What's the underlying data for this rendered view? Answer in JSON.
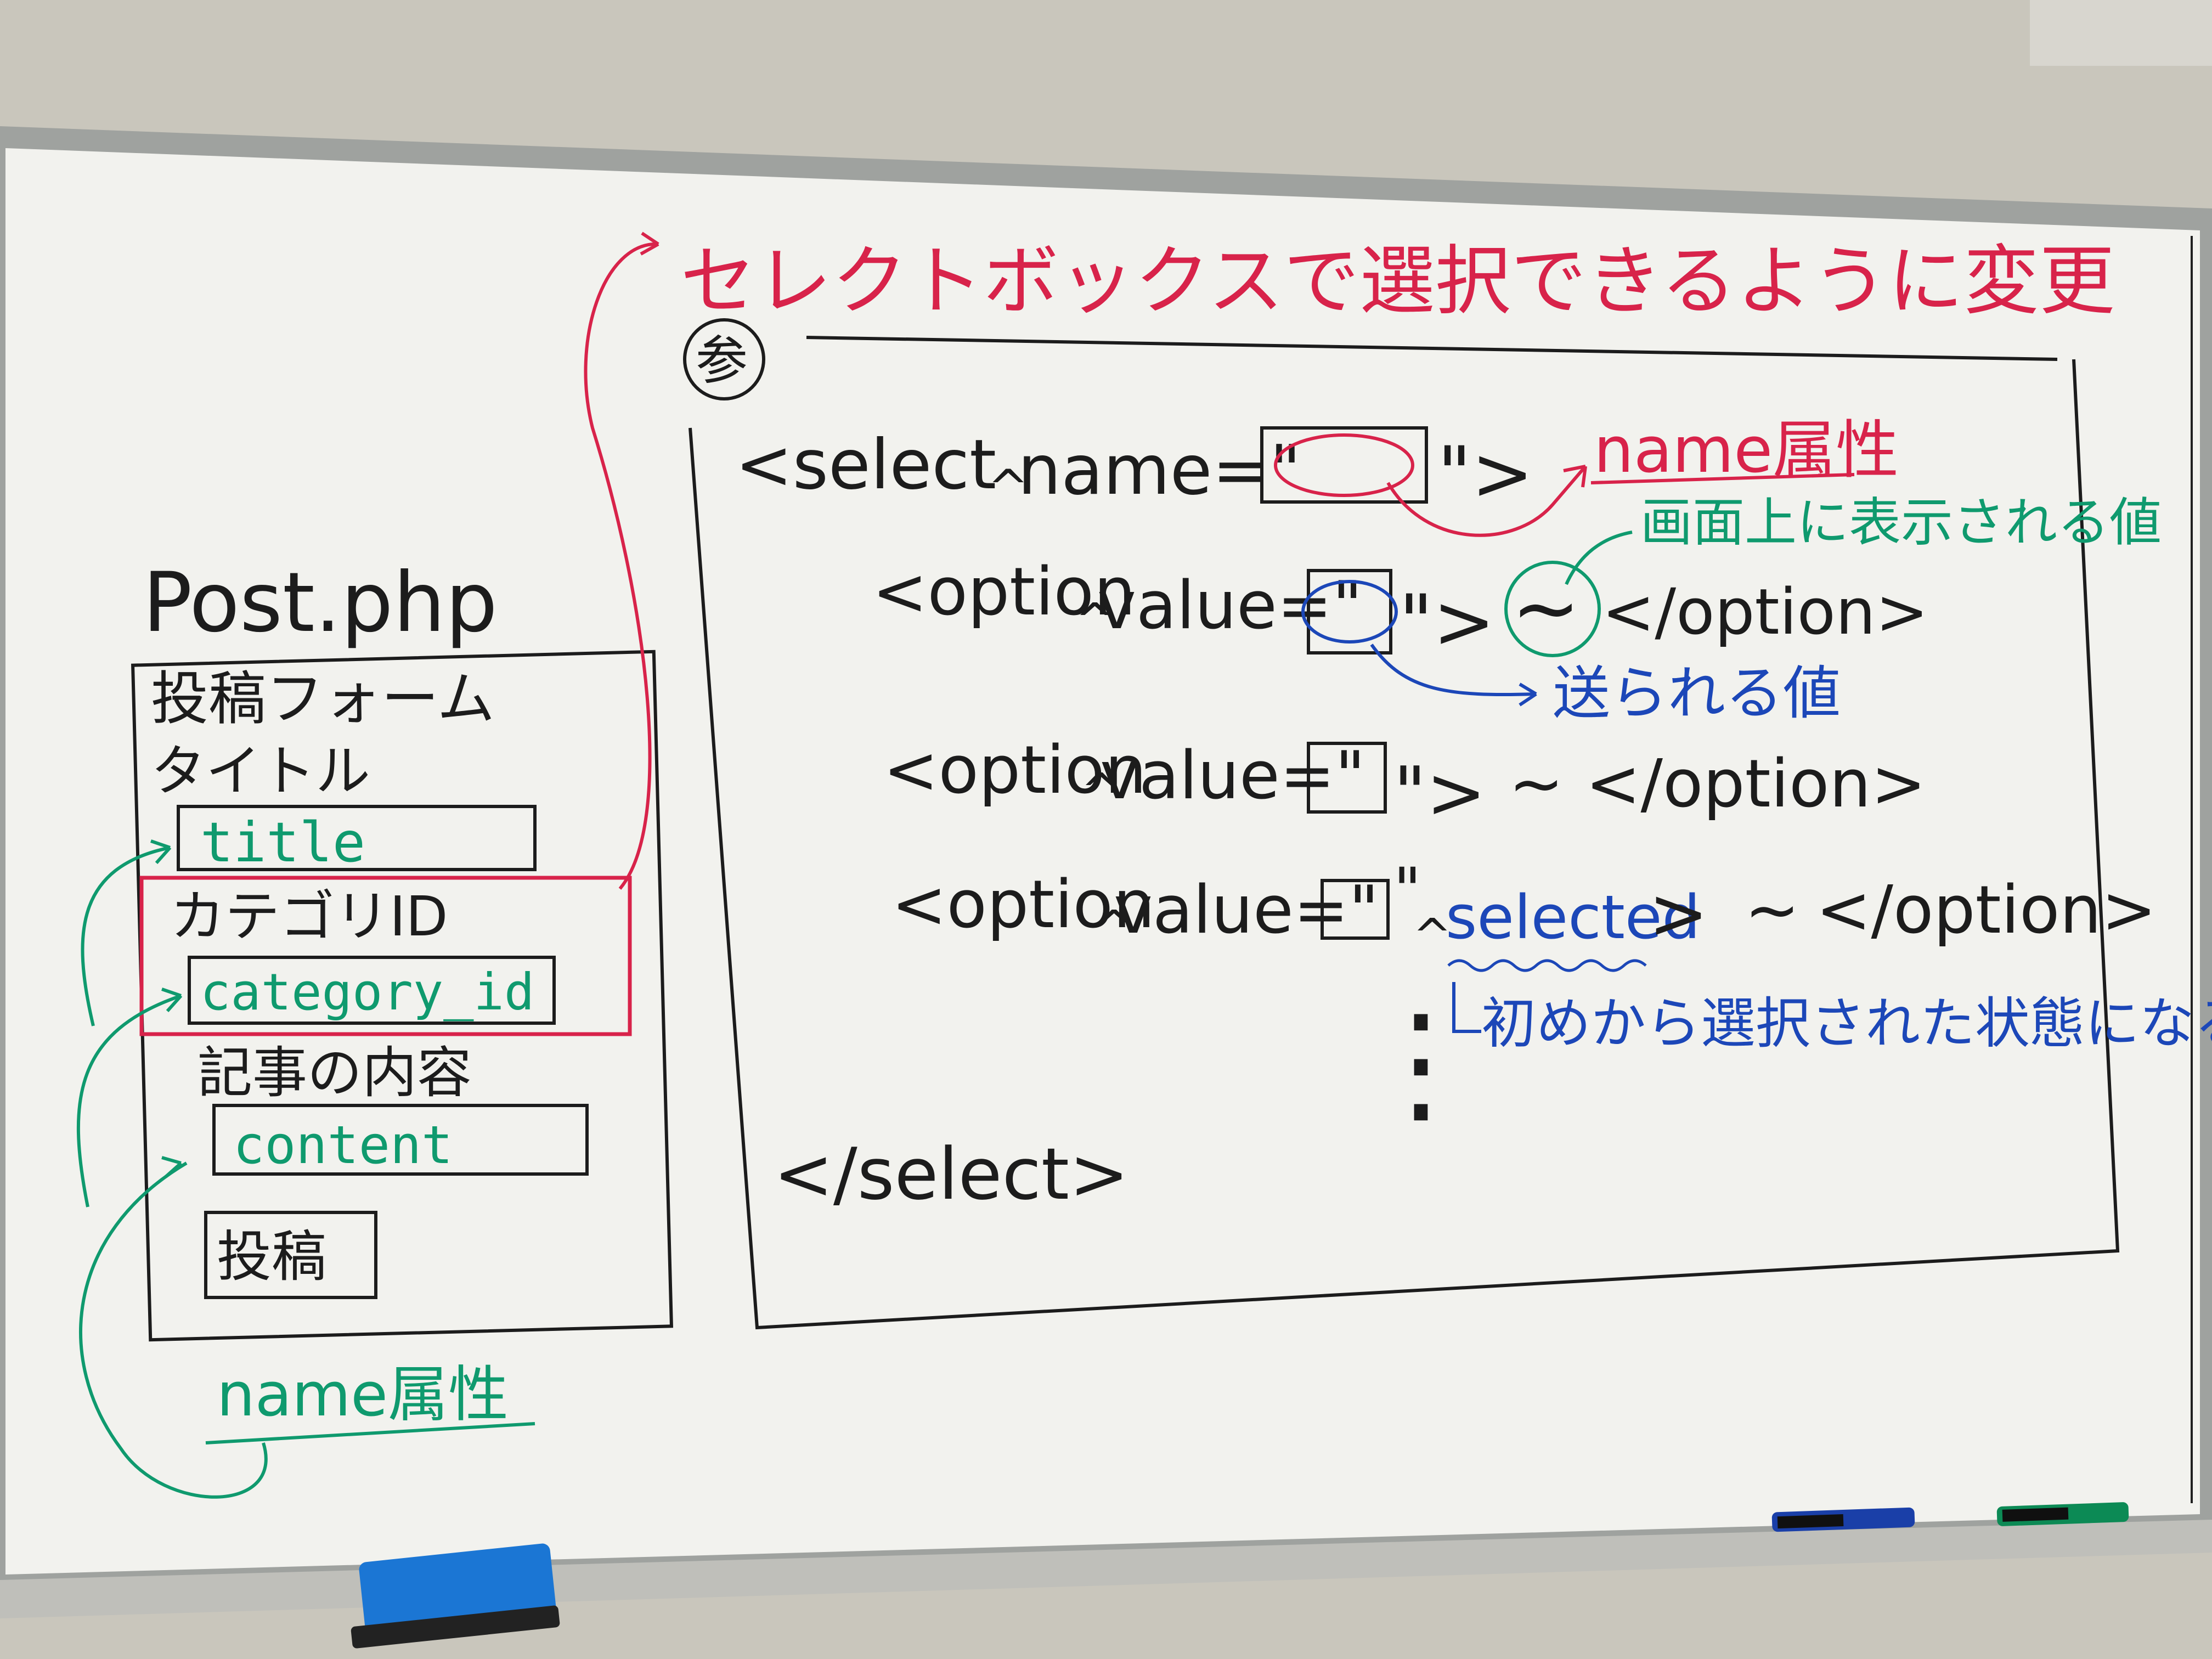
{
  "colors": {
    "black": "#1c1c1c",
    "red": "#d8234a",
    "green": "#0f9a6e",
    "blue": "#1c47b8",
    "board": "#f2f2ee",
    "wall": "#c9c6bc",
    "frame": "#9fa29f"
  },
  "left_form": {
    "file": "Post.php",
    "form_title": "投稿フォーム",
    "title_label": "タイトル",
    "title_field": "title",
    "category_label": "カテゴリID",
    "category_field": "category_id",
    "content_label": "記事の内容",
    "content_field": "content",
    "submit": "投稿",
    "name_attr": "name属性"
  },
  "heading": {
    "text": "セレクトボックスで選択できるように変更",
    "badge": "参"
  },
  "code": {
    "select_open": "<select",
    "caret": "^",
    "name_attr": "name=\"",
    "quote_close_gt": "\">",
    "option_open": "<option",
    "value_attr": "value=\"",
    "quote_close": "\"",
    "gt": ">",
    "tilde": "~",
    "option_close": "</option>",
    "selected": "selected",
    "ellipsis": "⋮",
    "select_close": "</select>"
  },
  "annotations": {
    "name_attr": "name属性",
    "display_value": "画面上に表示される値",
    "sent_value": "送られる値",
    "selected_note": "初めから選択された状態になる."
  },
  "icons": {
    "eraser": "eraser-icon",
    "marker_blue": "marker-icon",
    "marker_green": "marker-icon"
  }
}
